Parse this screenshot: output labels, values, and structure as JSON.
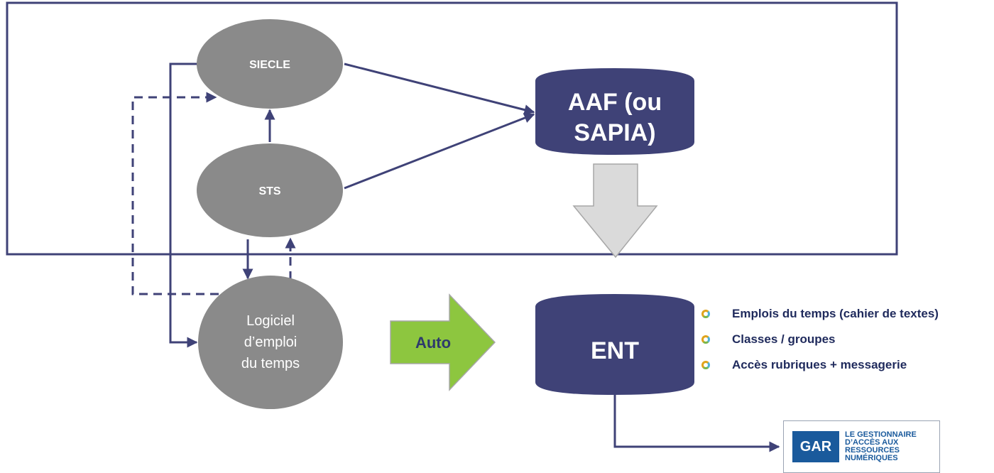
{
  "nodes": {
    "siecle": "SIECLE",
    "sts": "STS",
    "logiciel_lines": [
      "Logiciel",
      "d’emploi",
      "du temps"
    ],
    "aaf_lines": [
      "AAF (ou",
      "SAPIA)"
    ],
    "ent": "ENT",
    "auto": "Auto"
  },
  "ent_features": [
    "Emplois du temps (cahier de textes)",
    "Classes / groupes",
    "Accès rubriques + messagerie"
  ],
  "gar_logo": {
    "abbr": "GAR",
    "tagline": "LE GESTIONNAIRE D’ACCÈS AUX RESSOURCES NUMÉRIQUES"
  },
  "colors": {
    "navy": "#3f4277",
    "gray_node": "#8a8a8a",
    "auto_arrow": "#8dc63f",
    "down_arrow": "#dadada"
  }
}
